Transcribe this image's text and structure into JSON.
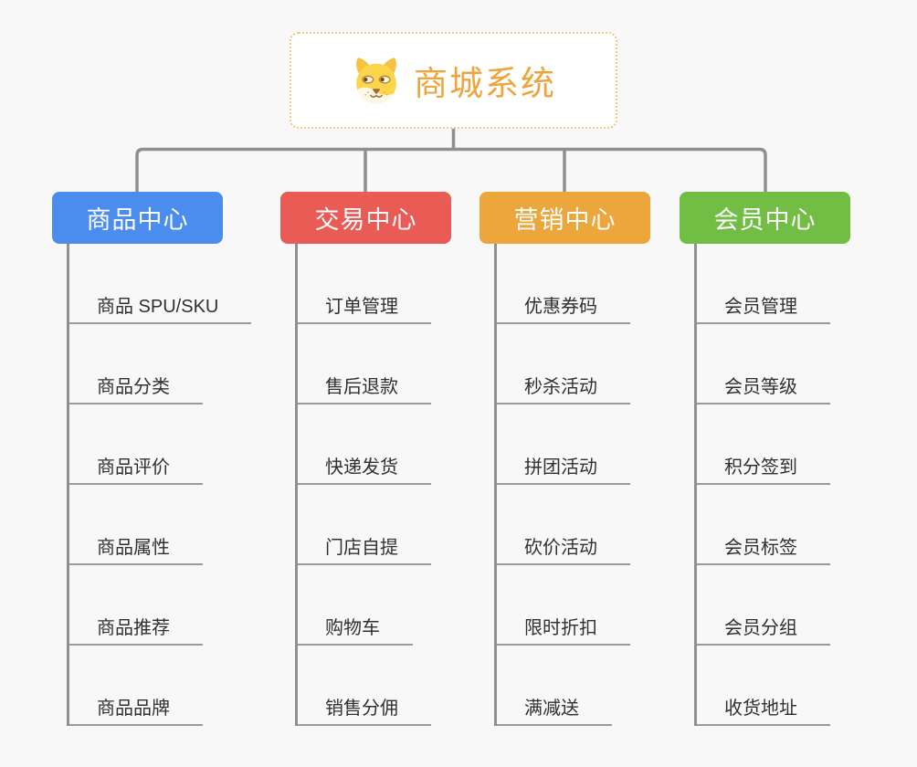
{
  "app": {
    "type": "mindmap",
    "background_color": "#f8f8f8",
    "connector_color": "#8f8f8f"
  },
  "root": {
    "title": "商城系统",
    "icon": "dog-face",
    "accent_color": "#f0a53c",
    "border_color": "#f2c883"
  },
  "branches": [
    {
      "label": "商品中心",
      "color": "#4b8dee",
      "children": [
        "商品 SPU/SKU",
        "商品分类",
        "商品评价",
        "商品属性",
        "商品推荐",
        "商品品牌"
      ]
    },
    {
      "label": "交易中心",
      "color": "#ea5b55",
      "children": [
        "订单管理",
        "售后退款",
        "快递发货",
        "门店自提",
        "购物车",
        "销售分佣"
      ]
    },
    {
      "label": "营销中心",
      "color": "#eca63c",
      "children": [
        "优惠券码",
        "秒杀活动",
        "拼团活动",
        "砍价活动",
        "限时折扣",
        "满减送"
      ]
    },
    {
      "label": "会员中心",
      "color": "#72be45",
      "children": [
        "会员管理",
        "会员等级",
        "积分签到",
        "会员标签",
        "会员分组",
        "收货地址"
      ]
    }
  ]
}
